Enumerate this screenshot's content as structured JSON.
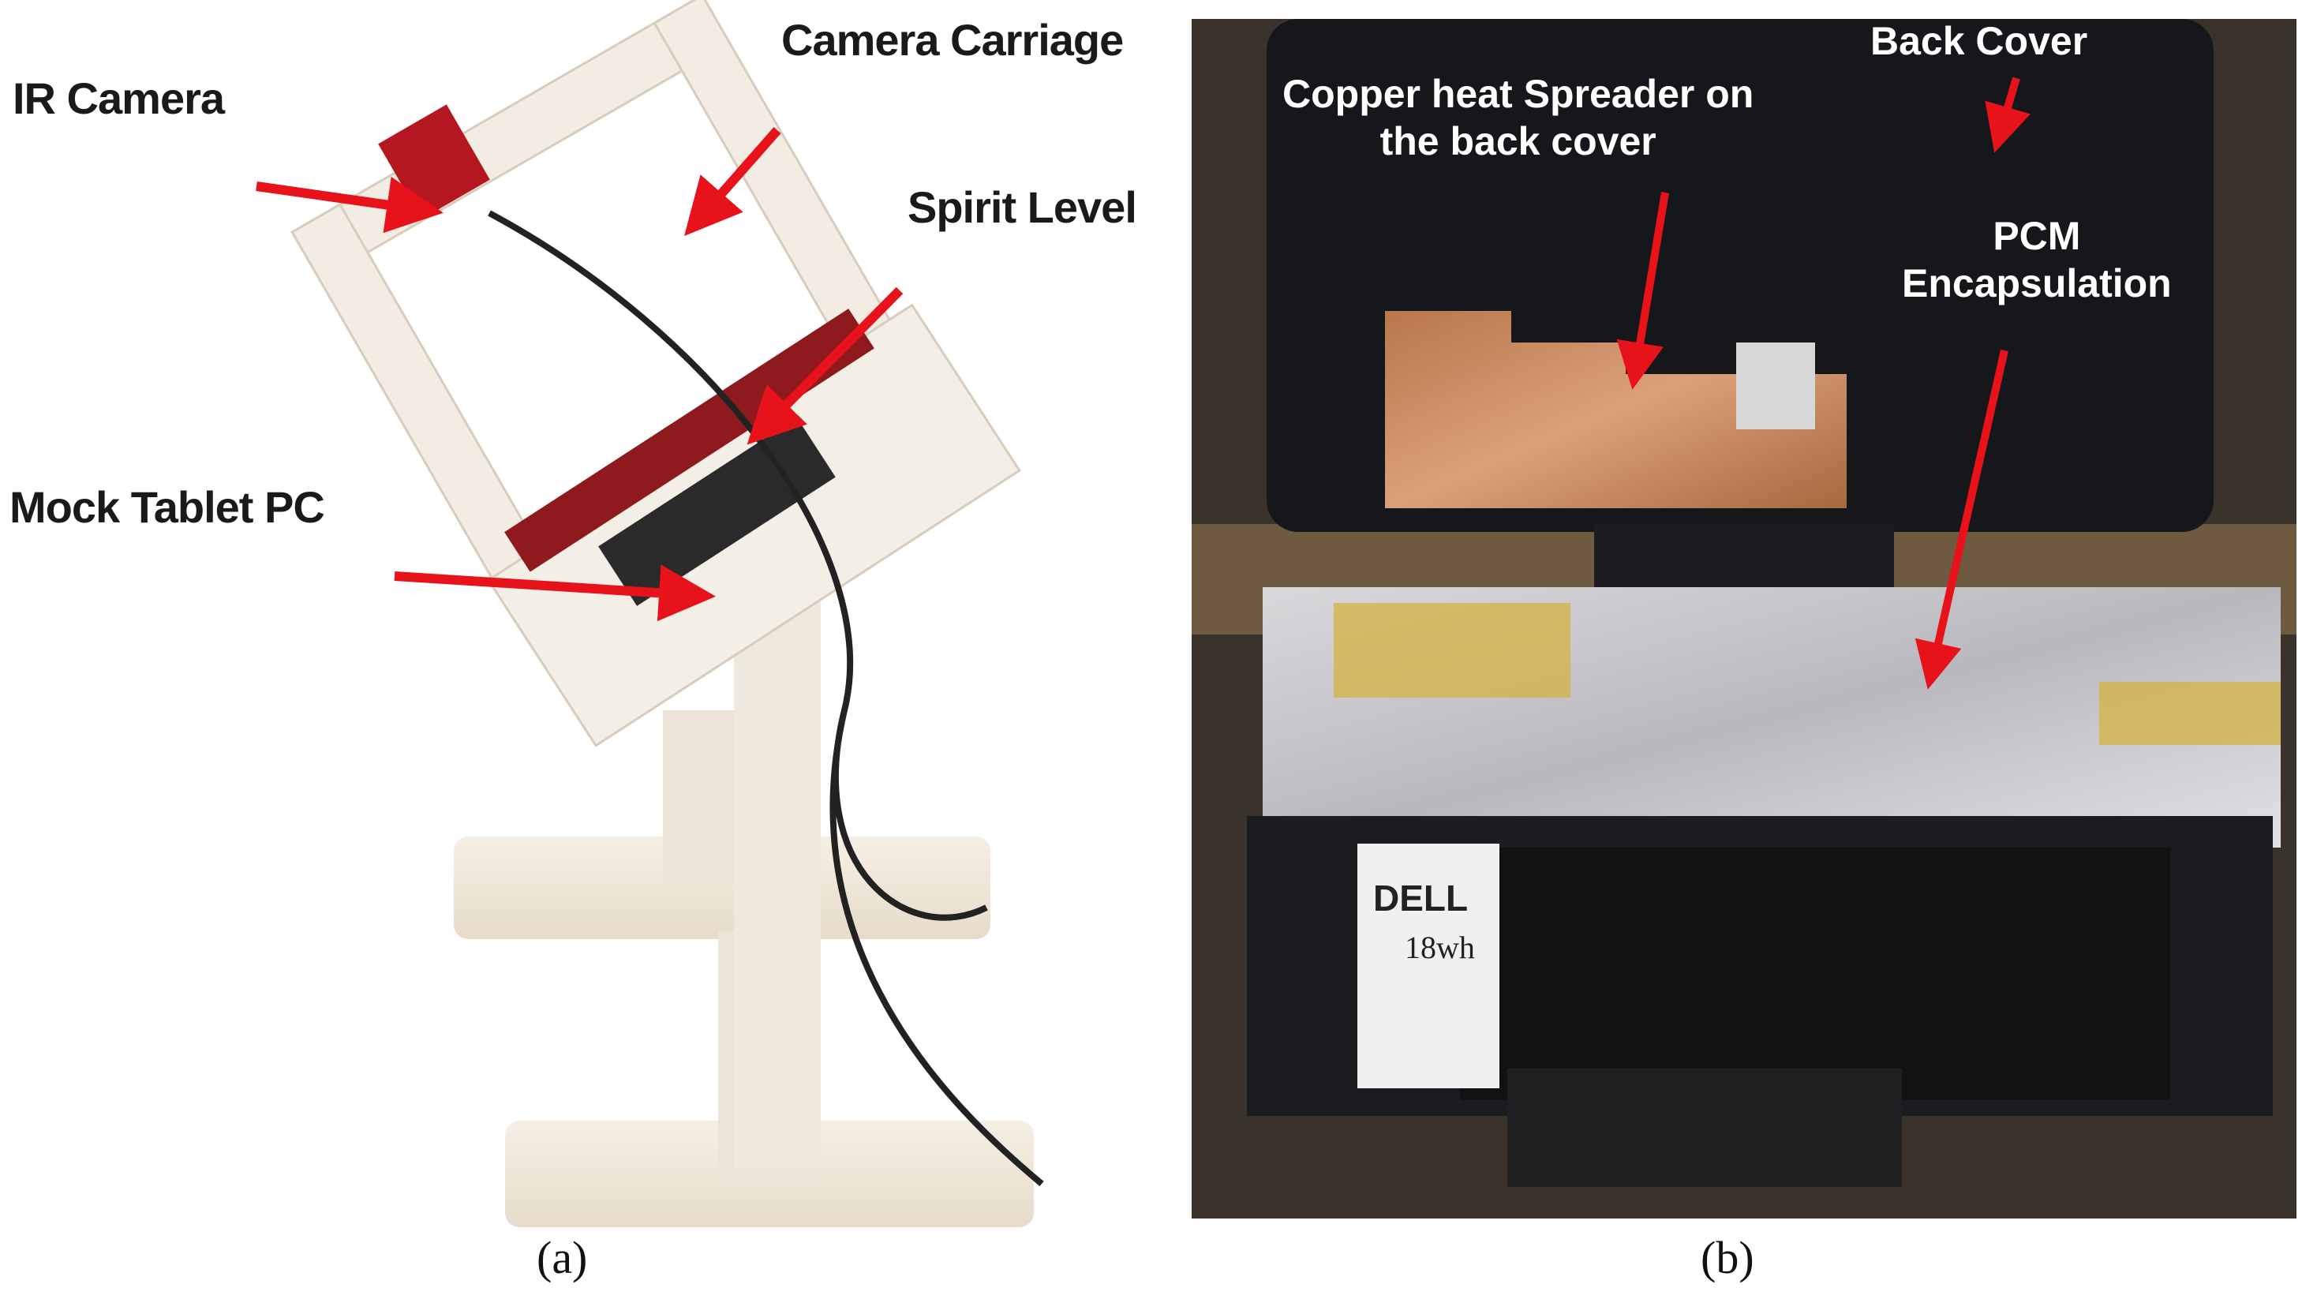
{
  "panel_a": {
    "labels": {
      "ir_camera": "IR Camera",
      "camera_carriage": "Camera Carriage",
      "spirit_level": "Spirit Level",
      "mock_tablet": "Mock Tablet PC"
    },
    "sublabel": "(a)"
  },
  "panel_b": {
    "labels": {
      "back_cover": "Back Cover",
      "copper": "Copper heat Spreader on\nthe back cover",
      "pcm": "PCM\nEncapsulation"
    },
    "battery_text": {
      "brand": "DELL",
      "rating": "18wh"
    },
    "sublabel": "(b)"
  },
  "colors": {
    "arrow": "#e8121a",
    "frame": "#f2ece2",
    "copper": "#c88a5a",
    "cover": "#16171b",
    "foil": "#c9c9cc"
  }
}
